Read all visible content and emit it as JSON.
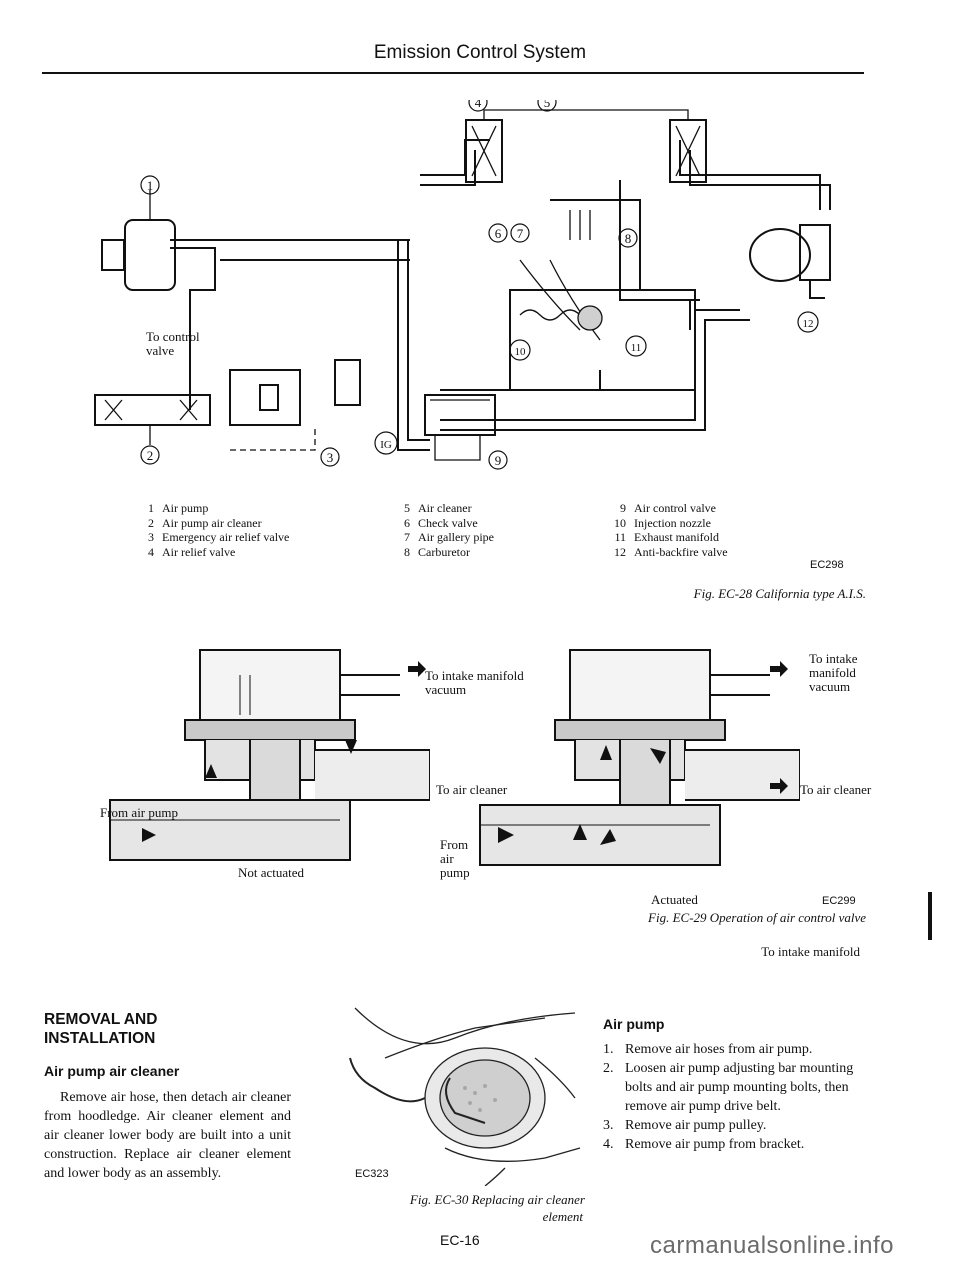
{
  "header": {
    "title": "Emission Control System"
  },
  "fig28": {
    "callouts": [
      "1",
      "2",
      "3",
      "4",
      "5",
      "6",
      "7",
      "8",
      "9",
      "10",
      "11",
      "12",
      "IG"
    ],
    "control_valve_label": "To control valve",
    "legend": [
      {
        "n": "1",
        "text": "Air pump"
      },
      {
        "n": "2",
        "text": "Air pump air cleaner"
      },
      {
        "n": "3",
        "text": "Emergency air relief valve"
      },
      {
        "n": "4",
        "text": "Air relief valve"
      },
      {
        "n": "5",
        "text": "Air cleaner"
      },
      {
        "n": "6",
        "text": "Check valve"
      },
      {
        "n": "7",
        "text": "Air gallery pipe"
      },
      {
        "n": "8",
        "text": "Carburetor"
      },
      {
        "n": "9",
        "text": "Air control valve"
      },
      {
        "n": "10",
        "text": "Injection nozzle"
      },
      {
        "n": "11",
        "text": "Exhaust manifold"
      },
      {
        "n": "12",
        "text": "Anti-backfire valve"
      }
    ],
    "code": "EC298",
    "caption": "Fig. EC-28 California type A.I.S."
  },
  "fig29": {
    "left": {
      "to_intake": "To intake manifold vacuum",
      "to_cleaner": "To air cleaner",
      "from_pump": "From air pump",
      "state": "Not actuated"
    },
    "right": {
      "to_intake": "To intake manifold vacuum",
      "to_cleaner": "To air cleaner",
      "from_pump": "From air pump",
      "state": "Actuated"
    },
    "code": "EC299",
    "caption": "Fig. EC-29 Operation of air control valve",
    "extra_label": "To intake manifold"
  },
  "removal": {
    "heading": "REMOVAL AND INSTALLATION",
    "cleaner_heading": "Air pump air cleaner",
    "cleaner_text": "Remove air hose, then detach air cleaner from hoodledge. Air cleaner element and air cleaner lower body are built into a unit construction. Replace air cleaner element and lower body as an assembly."
  },
  "fig30": {
    "code": "EC323",
    "caption_line1": "Fig. EC-30 Replacing air cleaner",
    "caption_line2": "element"
  },
  "air_pump": {
    "heading": "Air pump",
    "steps": [
      {
        "n": "1.",
        "text": "Remove air hoses from air pump."
      },
      {
        "n": "2.",
        "text": "Loosen air pump adjusting bar mounting bolts and air pump mounting bolts, then remove air pump drive belt."
      },
      {
        "n": "3.",
        "text": "Remove air pump pulley."
      },
      {
        "n": "4.",
        "text": "Remove air pump from bracket."
      }
    ]
  },
  "footer": {
    "page": "EC-16",
    "watermark": "carmanualsonline.info"
  }
}
